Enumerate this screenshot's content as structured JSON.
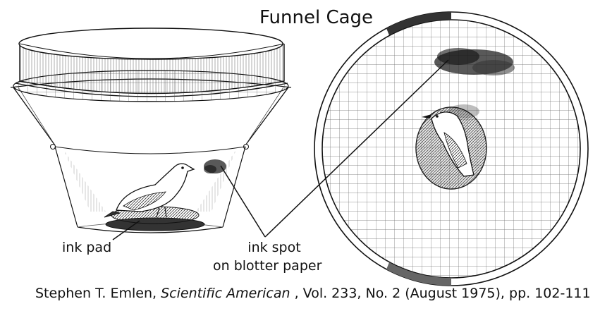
{
  "title": "Funnel Cage",
  "labels": {
    "ink_pad": "ink pad",
    "ink_spot_line1": "ink spot",
    "ink_spot_line2": "on blotter paper"
  },
  "citation": {
    "author": "Stephen T. Emlen, ",
    "journal": "Scientific American",
    "rest": " , Vol. 233, No. 2 (August 1975), pp. 102-111"
  },
  "colors": {
    "ink": "#111111",
    "shade": "#555555",
    "paper": "#ffffff"
  }
}
